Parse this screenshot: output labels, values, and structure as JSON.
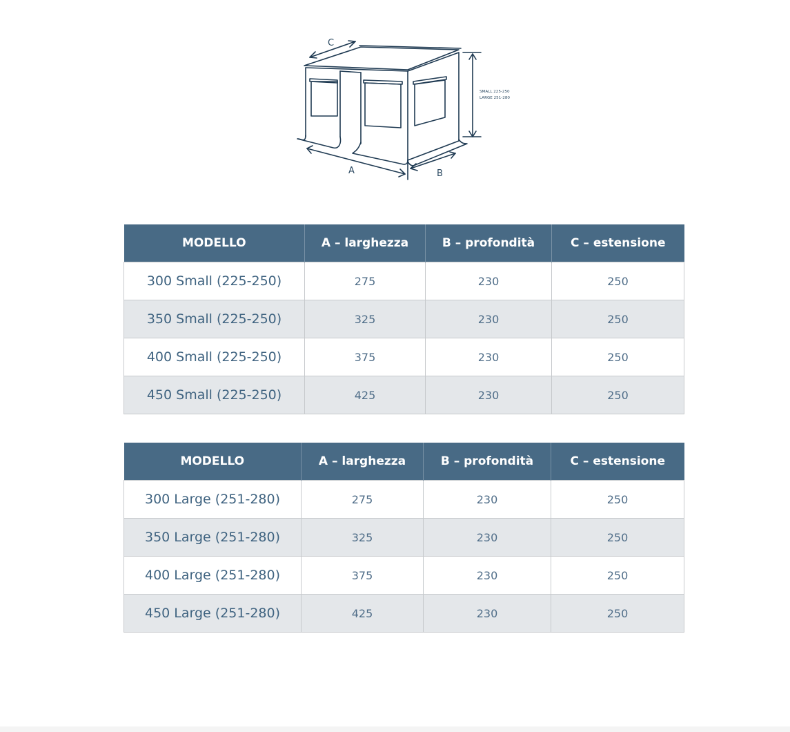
{
  "figure": {
    "label_a": "A",
    "label_b": "B",
    "label_c": "C",
    "height_small": "SMALL 225-250",
    "height_large": "LARGE 251-280",
    "line_color": "#1f3a52"
  },
  "tables": [
    {
      "headers": [
        "MODELLO",
        "A – larghezza",
        "B – profondità",
        "C – estensione"
      ],
      "rows": [
        [
          "300 Small (225-250)",
          "275",
          "230",
          "250"
        ],
        [
          "350 Small (225-250)",
          "325",
          "230",
          "250"
        ],
        [
          "400 Small (225-250)",
          "375",
          "230",
          "250"
        ],
        [
          "450 Small (225-250)",
          "425",
          "230",
          "250"
        ]
      ]
    },
    {
      "headers": [
        "MODELLO",
        "A – larghezza",
        "B – profondità",
        "C – estensione"
      ],
      "rows": [
        [
          "300 Large (251-280)",
          "275",
          "230",
          "250"
        ],
        [
          "350 Large (251-280)",
          "325",
          "230",
          "250"
        ],
        [
          "400 Large (251-280)",
          "375",
          "230",
          "250"
        ],
        [
          "450 Large (251-280)",
          "425",
          "230",
          "250"
        ]
      ]
    }
  ],
  "colors": {
    "header_bg": "#486a85",
    "header_text": "#ffffff",
    "row_alt_bg": "#e4e7ea",
    "cell_text": "#4f6d88"
  }
}
